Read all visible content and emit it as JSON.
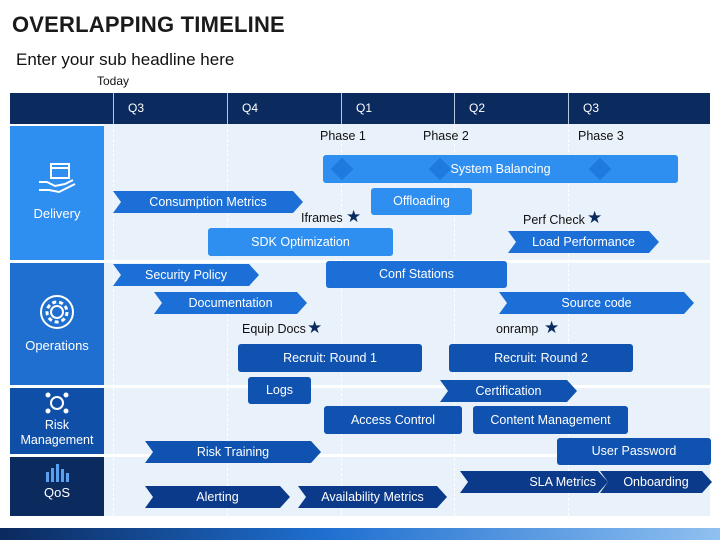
{
  "title": "OVERLAPPING TIMELINE",
  "subtitle": "Enter your sub headline here",
  "today_label": "Today",
  "quarters": [
    "Q3",
    "Q4",
    "Q1",
    "Q2",
    "Q3"
  ],
  "lanes": {
    "delivery": "Delivery",
    "operations": "Operations",
    "risk": "Risk\nManagement",
    "qos": "QoS"
  },
  "phases": [
    "Phase 1",
    "Phase 2",
    "Phase 3"
  ],
  "bars": {
    "system_balancing": "System Balancing",
    "consumption_metrics": "Consumption Metrics",
    "offloading": "Offloading",
    "iframes": "Iframes",
    "perf_check": "Perf Check",
    "sdk_optimization": "SDK Optimization",
    "load_performance": "Load Performance",
    "security_policy": "Security Policy",
    "conf_stations": "Conf Stations",
    "documentation": "Documentation",
    "source_code": "Source code",
    "equip_docs": "Equip Docs",
    "onramp": "onramp",
    "recruit_1": "Recruit: Round 1",
    "recruit_2": "Recruit: Round 2",
    "logs": "Logs",
    "certification": "Certification",
    "access_control": "Access Control",
    "content_management": "Content Management",
    "risk_training": "Risk Training",
    "user_password": "User Password",
    "sla_metrics": "SLA Metrics",
    "onboarding": "Onboarding",
    "alerting": "Alerting",
    "availability_metrics": "Availability Metrics"
  },
  "icons": {
    "delivery": "hand-box-icon",
    "operations": "gear-cycle-icon",
    "risk": "gear-network-icon",
    "qos": "bar-chart-icon"
  },
  "colors": {
    "header": "#0b2a5e",
    "lane_label": "#2f8ff0",
    "lane_bg": "#e9f1fb",
    "light": "#2f8ff0",
    "mid": "#1b6fd6",
    "dark": "#0f52b0",
    "navy": "#0b3a8a"
  }
}
